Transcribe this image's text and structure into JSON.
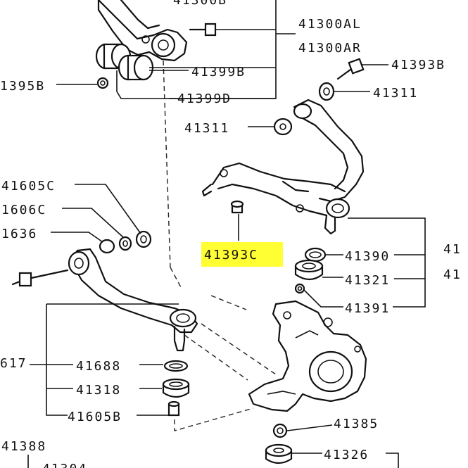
{
  "labels": {
    "l41300al": "41300AL",
    "l41300ar": "41300AR",
    "l41393b": "41393B",
    "l41399b": "41399B",
    "l41395b": "1395B",
    "l41311a": "41311",
    "l41399d": "41399D",
    "l41311b": "41311",
    "l41605c": "41605C",
    "l1606c": "1606C",
    "l1636": "1636",
    "l41393c": "41393C",
    "l41390": "41390",
    "l41321": "41321",
    "l41391": "41391",
    "l617": "617",
    "l41688": "41688",
    "l41318": "41318",
    "l41605b": "41605B",
    "l41385": "41385",
    "l41388": "41388",
    "l41326": "41326",
    "l41top": "41300B",
    "l41r1": "41",
    "l41r2": "41",
    "l41bot": "41304"
  },
  "highlight_color": "#ffff33"
}
